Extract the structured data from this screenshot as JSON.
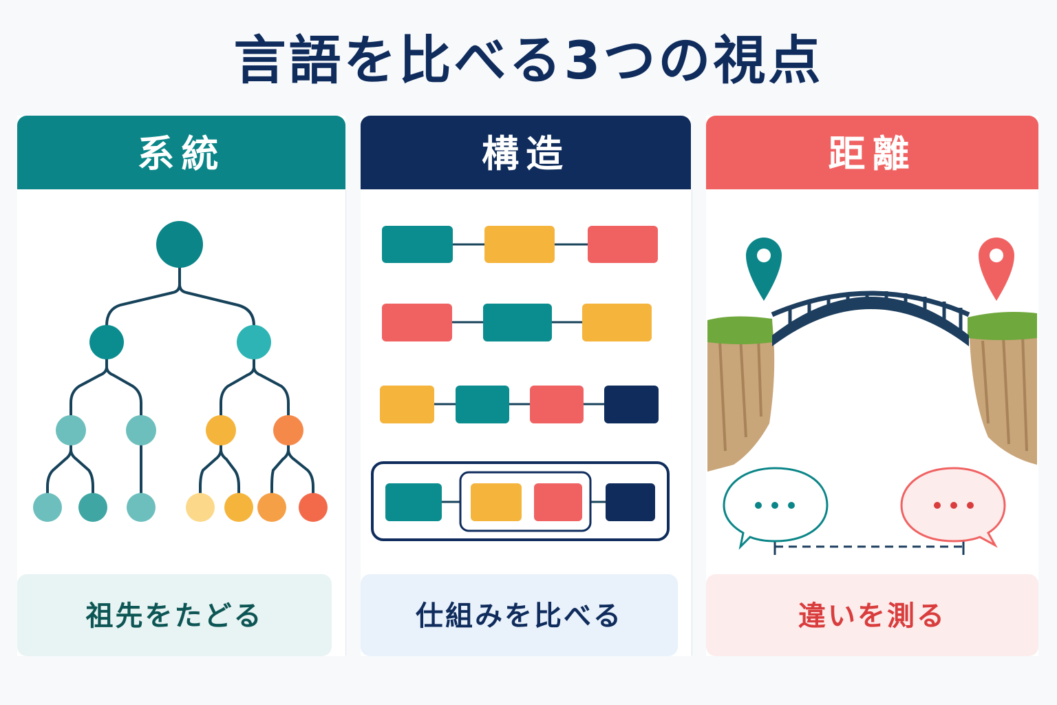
{
  "title": "言語を比べる3つの視点",
  "columns": [
    {
      "header": "系統",
      "caption": "祖先をたどる",
      "illustration": "family-tree"
    },
    {
      "header": "構造",
      "caption": "仕組みを比べる",
      "illustration": "structure-blocks"
    },
    {
      "header": "距離",
      "caption": "違いを測る",
      "illustration": "bridge-distance"
    }
  ],
  "colors": {
    "teal": "#0b8588",
    "navy": "#0f2c5c",
    "coral": "#f06262",
    "yellow": "#f5b43c",
    "orange": "#f5894a"
  }
}
